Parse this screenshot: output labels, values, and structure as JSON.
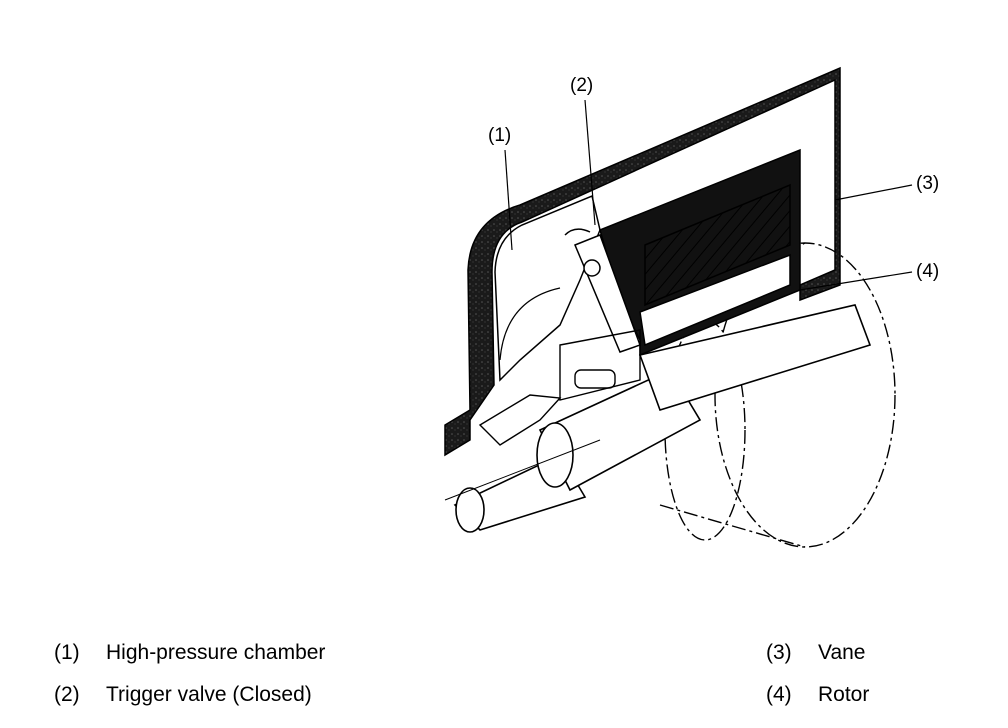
{
  "callouts": [
    {
      "id": "c1",
      "text": "(1)"
    },
    {
      "id": "c2",
      "text": "(2)"
    },
    {
      "id": "c3",
      "text": "(3)"
    },
    {
      "id": "c4",
      "text": "(4)"
    }
  ],
  "legend": [
    {
      "number": "(1)",
      "label": "High-pressure chamber"
    },
    {
      "number": "(2)",
      "label": "Trigger valve (Closed)"
    },
    {
      "number": "(3)",
      "label": "Vane"
    },
    {
      "number": "(4)",
      "label": "Rotor"
    }
  ]
}
